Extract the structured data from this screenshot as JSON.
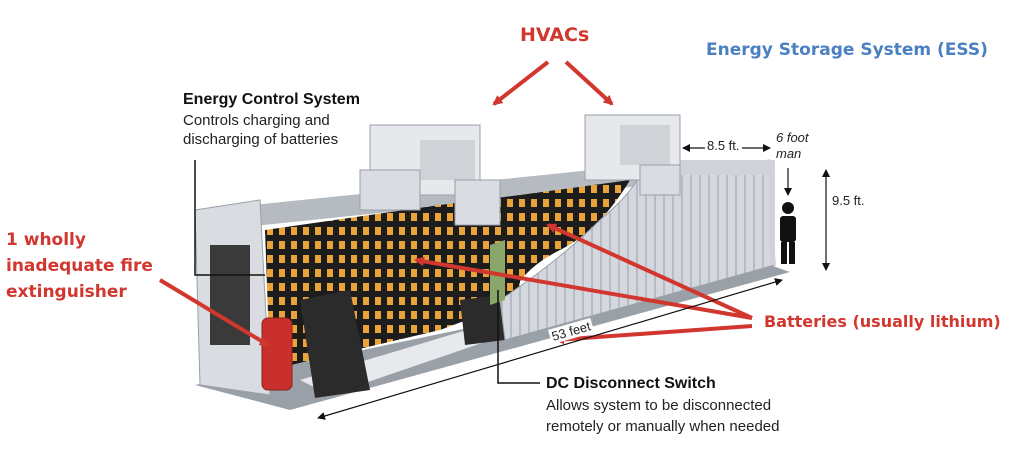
{
  "title": "Energy Storage System (ESS)",
  "hvac_label": "HVACs",
  "ecs": {
    "title": "Energy Control System",
    "line1": "Controls charging and",
    "line2": "discharging of batteries"
  },
  "fire": {
    "line1": "1 wholly",
    "line2": "inadequate fire",
    "line3": "extinguisher"
  },
  "batteries_label": "Batteries (usually lithium)",
  "dc": {
    "title": "DC Disconnect Switch",
    "line1": "Allows system to be disconnected",
    "line2": "remotely or manually when needed"
  },
  "dimensions": {
    "width": "8.5 ft.",
    "height": "9.5 ft.",
    "length": "53 feet",
    "man_line1": "6 foot",
    "man_line2": "man"
  },
  "colors": {
    "annotation_red": "#d1372f",
    "title_blue": "#4a7fc0",
    "battery_orange": "#e8a33a",
    "container_grey": "#c9cdd3"
  }
}
